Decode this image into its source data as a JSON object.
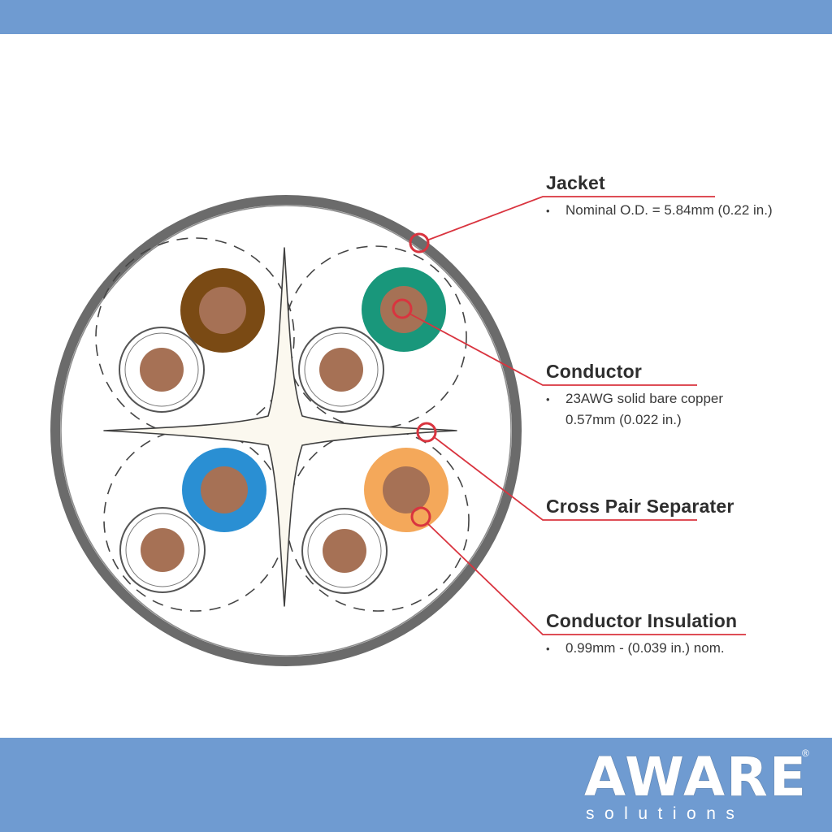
{
  "labels": [
    {
      "title": "Jacket",
      "lines": [
        "Nominal O.D. = 5.84mm (0.22 in.)"
      ]
    },
    {
      "title": "Conductor",
      "lines": [
        "23AWG solid bare copper",
        "0.57mm (0.022 in.)"
      ]
    },
    {
      "title": "Cross Pair Separater",
      "lines": []
    },
    {
      "title": "Conductor Insulation",
      "lines": [
        "0.99mm - (0.039 in.) nom."
      ]
    }
  ],
  "bullet": "•",
  "logo": {
    "word": "AWARE",
    "registered": "®",
    "sub": "solutions"
  },
  "colors": {
    "band": "#6f9bd1",
    "jacket": "#6b6b6b",
    "callout": "#d9343f",
    "copper": "#a67155",
    "brown": "#7a4a14",
    "green": "#19977b",
    "blue": "#2a8fd3",
    "orange": "#f4a85a"
  }
}
